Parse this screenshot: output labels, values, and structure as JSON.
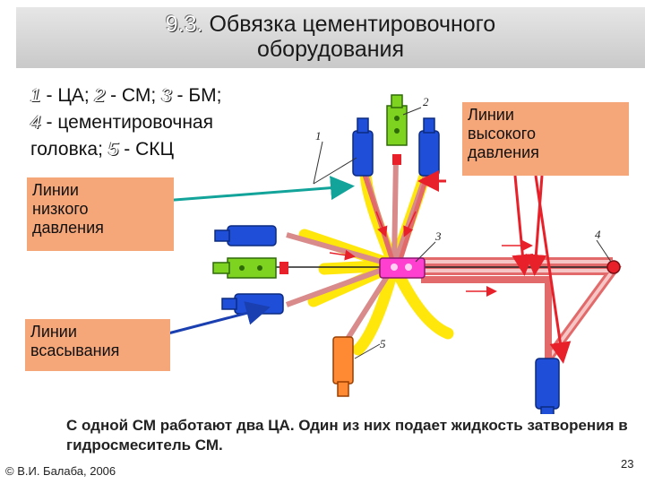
{
  "title": {
    "number": "9.3.",
    "line1": "Обвязка цементировочного",
    "line2": "оборудования"
  },
  "legend": {
    "n1": "1",
    "t1": " - ЦА; ",
    "n2": "2",
    "t2": " - СМ; ",
    "n3": "3",
    "t3": " - БМ;",
    "n4": "4",
    "t4": " - цементировочная",
    "t4b": "головка; ",
    "n5": "5",
    "t5": " - СКЦ"
  },
  "callouts": {
    "high": [
      "Линии",
      "высокого",
      "давления"
    ],
    "low": [
      "Линии",
      "низкого",
      "давления"
    ],
    "suction": [
      "Линии",
      "всасывания"
    ]
  },
  "drawing_labels": {
    "l1": "1",
    "l2": "2",
    "l3": "3",
    "l4": "4",
    "l5": "5"
  },
  "note": "С одной СМ работают два ЦА. Один из них подает жидкость затворения в гидросмеситель СМ.",
  "footer": "© В.И. Балаба, 2006",
  "page_number": "23",
  "colors": {
    "high_pressure": "#e8202a",
    "low_pressure": "#d98a8a",
    "suction": "#ffe600",
    "pump_unit": "#1f4fd8",
    "mixer": "#7ed321",
    "manifold": "#ff3fd0",
    "cement_head": "#e8202a",
    "skc": "#ff8a33",
    "arrow_teal": "#12a39a",
    "arrow_blue": "#1a3fb0"
  }
}
